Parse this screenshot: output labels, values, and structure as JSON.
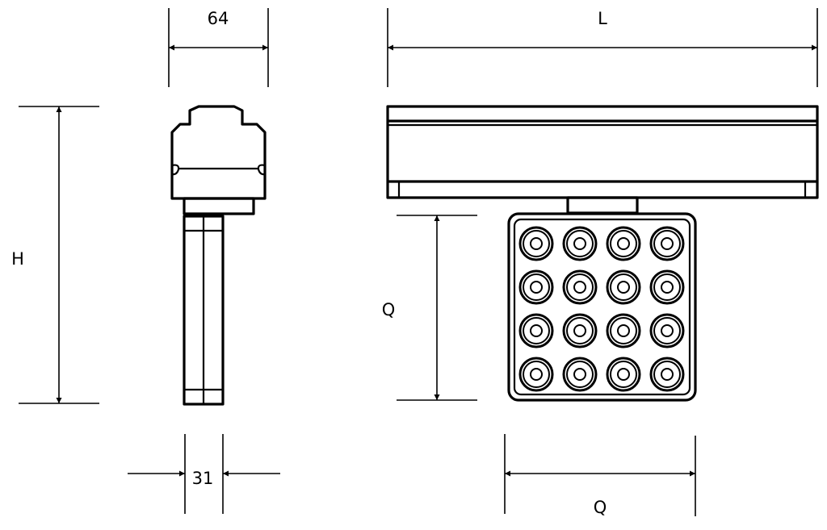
{
  "dimensions": {
    "side_width": "64",
    "length": "L",
    "height": "H",
    "head_height": "Q",
    "head_width": "Q",
    "arm_width": "31"
  },
  "led_grid": {
    "rows": 4,
    "cols": 4
  }
}
